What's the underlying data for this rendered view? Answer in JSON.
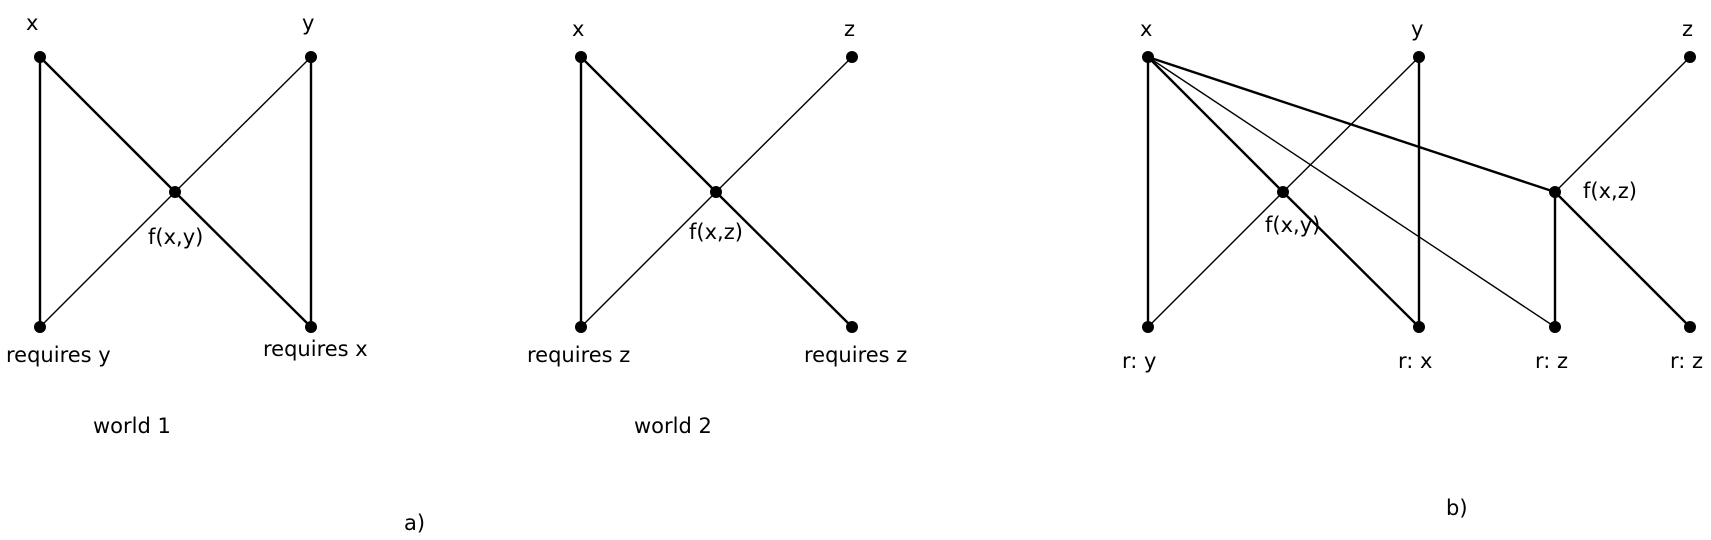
{
  "panel_a": {
    "world1": {
      "node_x": "x",
      "node_y": "y",
      "join": "f(x,y)",
      "req_left": "requires y",
      "req_right": "requires x",
      "caption": "world 1"
    },
    "world2": {
      "node_x": "x",
      "node_z": "z",
      "join": "f(x,z)",
      "req_left": "requires z",
      "req_right": "requires z",
      "caption": "world 2"
    },
    "label": "a)"
  },
  "panel_b": {
    "node_x": "x",
    "node_y": "y",
    "node_z": "z",
    "join_xy": "f(x,y)",
    "join_xz": "f(x,z)",
    "req_1": "r: y",
    "req_2": "r: x",
    "req_3": "r: z",
    "req_4": "r: z",
    "label": "b)"
  }
}
